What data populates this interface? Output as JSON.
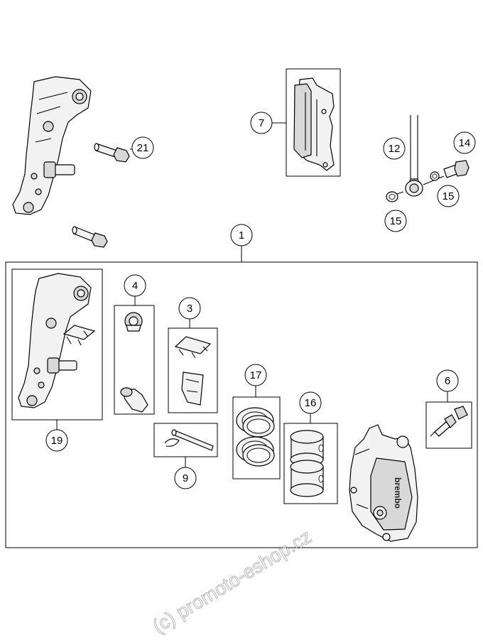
{
  "callouts": {
    "c1": "1",
    "c3": "3",
    "c4": "4",
    "c6": "6",
    "c7": "7",
    "c9": "9",
    "c12": "12",
    "c14": "14",
    "c15a": "15",
    "c15b": "15",
    "c16": "16",
    "c17": "17",
    "c19": "19",
    "c21": "21"
  },
  "watermark": "(c) promoto-eshop.cz",
  "brand_mark": "brembo"
}
